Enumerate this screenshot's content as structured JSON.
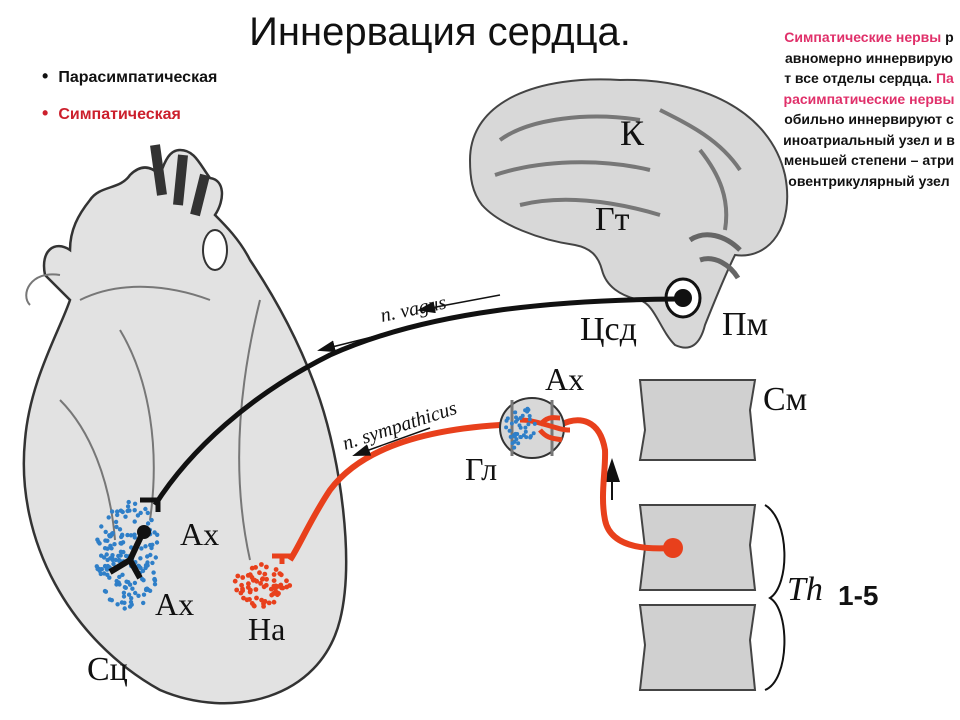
{
  "title": "Иннервация сердца.",
  "bullets": [
    "Парасимпатическая",
    "Симпатическая"
  ],
  "side_text": {
    "p1": "Симпатические нервы",
    "p2": "равномерно иннервируют все отделы сердца.",
    "p3": "Парасимпатические нервы",
    "p4": "обильно иннервируют синоатриальный узел и в меньшей степени – атриовентрикулярный узел"
  },
  "labels": {
    "k": "К",
    "gt": "Гт",
    "csd": "Цсд",
    "pm": "Пм",
    "vagus": "n. vagus",
    "sympathicus": "n. sympathicus",
    "ax_top": "Ах",
    "gl": "Гл",
    "sm": "См",
    "ax_heart1": "Ах",
    "ax_heart2": "Ах",
    "na": "На",
    "sc": "Сц",
    "th": "Th",
    "th_range": "1-5"
  },
  "colors": {
    "sympathetic": "#e8401c",
    "parasympathetic": "#111111",
    "acetylcholine_dots": "#2f7fc8",
    "noradrenaline_dots": "#e8401c",
    "pink_text": "#e0306a"
  }
}
